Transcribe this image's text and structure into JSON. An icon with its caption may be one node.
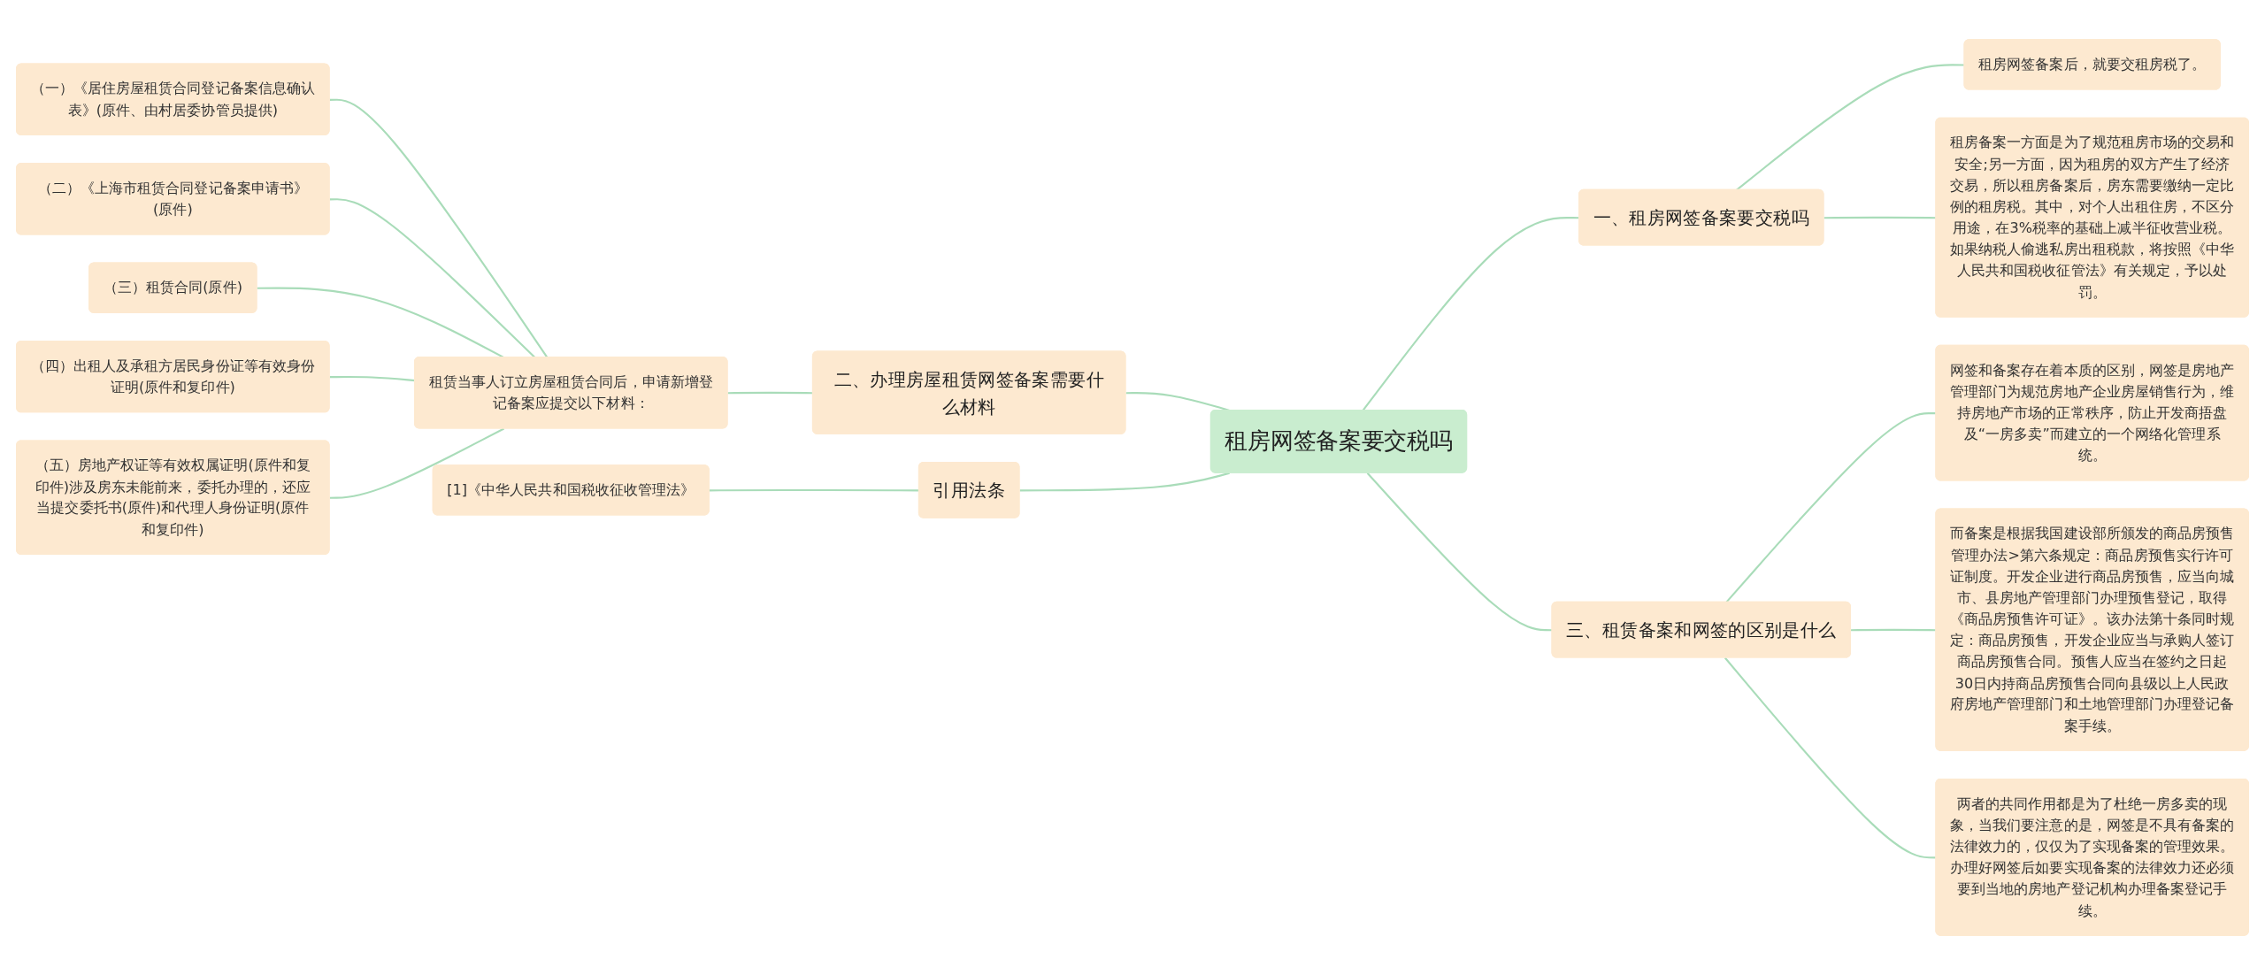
{
  "diagram": {
    "nodes": [
      {
        "text": [
          "租房网签备案要交税吗"
        ]
      },
      {
        "text": [
          "二、办理房屋租赁网签备案需要什么材料"
        ]
      },
      {
        "text": [
          "租赁当事人订立房屋租赁合同后，申请新增登记备案应提交以下材料："
        ]
      },
      {
        "text": [
          "（一）《居住房屋租赁合同登记备案信息确认表》(原件、由村居委协管员提供)"
        ]
      },
      {
        "text": [
          "（二）《上海市租赁合同登记备案申请书》(原件)"
        ]
      },
      {
        "text": [
          "（三）租赁合同(原件)"
        ]
      },
      {
        "text": [
          "（四）出租人及承租方居民身份证等有效身份证明(原件和复印件)"
        ]
      },
      {
        "text": [
          "（五）房地产权证等有效权属证明(原件和复印件)涉及房东未能前来，委托办理的，还应当提交委托书(原件)和代理人身份证明(原件和复印件)"
        ]
      },
      {
        "text": [
          "引用法条"
        ]
      },
      {
        "text": [
          "[1]《中华人民共和国税收征收管理法》"
        ]
      },
      {
        "text": [
          "一、租房网签备案要交税吗"
        ]
      },
      {
        "text": [
          "租房网签备案后，就要交租房税了。"
        ]
      },
      {
        "text": [
          "租房备案一方面是为了规范租房市场的交易和安全;另一方面，因为租房的双方产生了经济交易，所以租房备案后，房东需要缴纳一定比例的租房税。其中，对个人出租住房，不区分用途，在3%税率的基础上减半征收营业税。如果纳税人偷逃私房出租税款，将按照《中华人民共和国税收征管法》有关规定，予以处罚。"
        ]
      },
      {
        "text": [
          "三、租赁备案和网签的区别是什么"
        ]
      },
      {
        "text": [
          "网签和备案存在着本质的区别，网签是房地产管理部门为规范房地产企业房屋销售行为，维持房地产市场的正常秩序，防止开发商捂盘及“一房多卖”而建立的一个网络化管理系统。"
        ]
      },
      {
        "text": [
          "而备案是根据我国建设部所颁发的商品房预售管理办法>第六条规定：商品房预售实行许可证制度。开发企业进行商品房预售，应当向城市、县房地产管理部门办理预售登记，取得《商品房预售许可证》。该办法第十条同时规定：商品房预售，开发企业应当与承购人签订商品房预售合同。预售人应当在签约之日起30日内持商品房预售合同向县级以上人民政府房地产管理部门和土地管理部门办理登记备案手续。"
        ]
      },
      {
        "text": [
          "两者的共同作用都是为了杜绝一房多卖的现象，当我们要注意的是，网签是不具有备案的法律效力的，仅仅为了实现备案的管理效果。办理好网签后如要实现备案的法律效力还必须要到当地的房地产登记机构办理备案登记手续。"
        ]
      }
    ],
    "edges": [
      {
        "from": 0,
        "to": 1,
        "arrow": "none"
      },
      {
        "from": 1,
        "to": 2,
        "arrow": "none"
      },
      {
        "from": 2,
        "to": 3,
        "arrow": "none"
      },
      {
        "from": 2,
        "to": 4,
        "arrow": "none"
      },
      {
        "from": 2,
        "to": 5,
        "arrow": "none"
      },
      {
        "from": 2,
        "to": 6,
        "arrow": "none"
      },
      {
        "from": 2,
        "to": 7,
        "arrow": "none"
      },
      {
        "from": 0,
        "to": 8,
        "arrow": "none"
      },
      {
        "from": 8,
        "to": 9,
        "arrow": "none"
      },
      {
        "from": 0,
        "to": 10,
        "arrow": "none"
      },
      {
        "from": 10,
        "to": 11,
        "arrow": "none"
      },
      {
        "from": 10,
        "to": 12,
        "arrow": "none"
      },
      {
        "from": 0,
        "to": 13,
        "arrow": "none"
      },
      {
        "from": 13,
        "to": 14,
        "arrow": "none"
      },
      {
        "from": 13,
        "to": 15,
        "arrow": "none"
      },
      {
        "from": 13,
        "to": 16,
        "arrow": "none"
      }
    ]
  }
}
